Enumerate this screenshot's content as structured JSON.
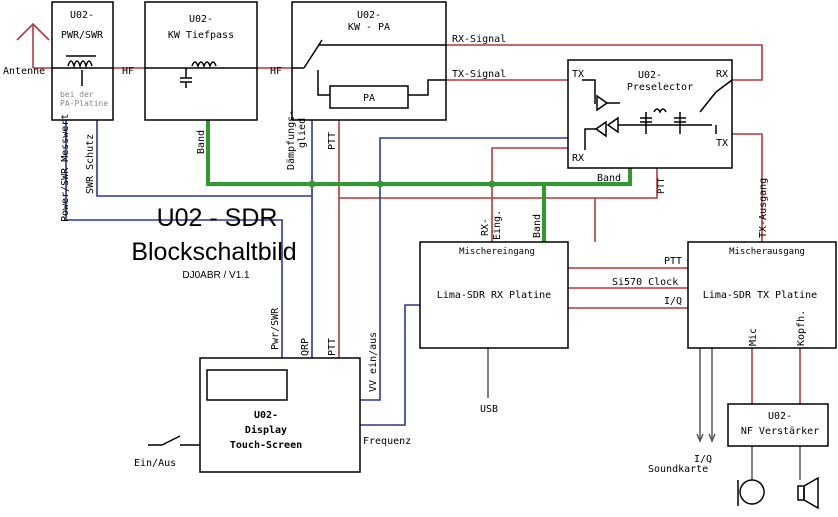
{
  "title": "U02 - SDR",
  "subtitle": "Blockschaltbild",
  "version": "DJ0ABR / V1.1",
  "colors": {
    "rf": "#b33a3a",
    "control": "#2b3a8f",
    "band": "#2f9a2f",
    "border": "#000000"
  },
  "blocks": {
    "pwr": {
      "title": "U02-",
      "name": "PWR/SWR",
      "note1": "bei der",
      "note2": "PA-Platine"
    },
    "lpf": {
      "title": "U02-",
      "name": "KW Tiefpass"
    },
    "pa": {
      "title": "U02-",
      "name": "KW - PA",
      "inner": "PA"
    },
    "presel": {
      "title": "U02-",
      "name": "Preselector",
      "tx_l": "TX",
      "rx_l": "RX",
      "rx_r": "RX",
      "tx_r": "TX",
      "band": "Band",
      "ptt": "PTT"
    },
    "rx": {
      "head": "Mischereingang",
      "name": "Lima-SDR RX Platine"
    },
    "tx": {
      "head": "Mischerausgang",
      "name": "Lima-SDR TX Platine"
    },
    "display": {
      "title": "U02-",
      "line1": "Display",
      "line2": "Touch-Screen"
    },
    "nf": {
      "title": "U02-",
      "name": "NF Verstärker"
    }
  },
  "labels": {
    "antenne": "Antenne",
    "hf1": "HF",
    "hf2": "HF",
    "rx_signal": "RX-Signal",
    "tx_signal": "TX-Signal",
    "band_lpf": "Band",
    "daempf": "Dämpfungs-",
    "daempf2": "glied",
    "ptt_pa": "PTT",
    "power_swr": "Power/SWR Messwert",
    "swr_schutz": "SWR Schutz",
    "pwr_swr": "Pwr/SWR",
    "qrp": "QRP",
    "ptt_disp": "PTT",
    "vv": "VV ein/aus",
    "frequenz": "Frequenz",
    "ein_aus": "Ein/Aus",
    "rx_eing": "RX-",
    "rx_eing2": "Eing.",
    "band_rx": "Band",
    "usb": "USB",
    "ptt_tx": "PTT",
    "si570": "Si570 Clock",
    "iq": "I/Q",
    "tx_ausgang": "TX-Ausgang",
    "mic": "Mic",
    "kopfh": "Kopfh.",
    "iq2": "I/Q",
    "soundkarte": "Soundkarte"
  }
}
